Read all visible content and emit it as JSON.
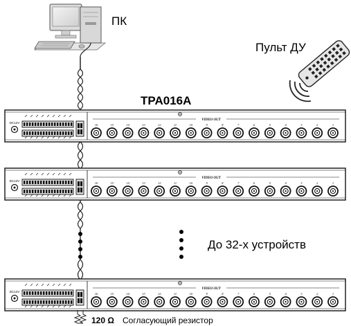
{
  "labels": {
    "pc": "ПК",
    "remote": "Пульт ДУ",
    "model": "TPA016A",
    "more_devices": "До 32-х устройств",
    "resistor_value": "120 Ω",
    "resistor_label": "Согласующий резистор"
  },
  "panel": {
    "video_out_label": "VIDEO OUT",
    "power_label": "DC12V",
    "port_numbers": [
      "16",
      "15",
      "14",
      "13",
      "12",
      "11",
      "10",
      "9",
      "8",
      "7",
      "6",
      "5",
      "4",
      "3",
      "2",
      "1"
    ]
  }
}
